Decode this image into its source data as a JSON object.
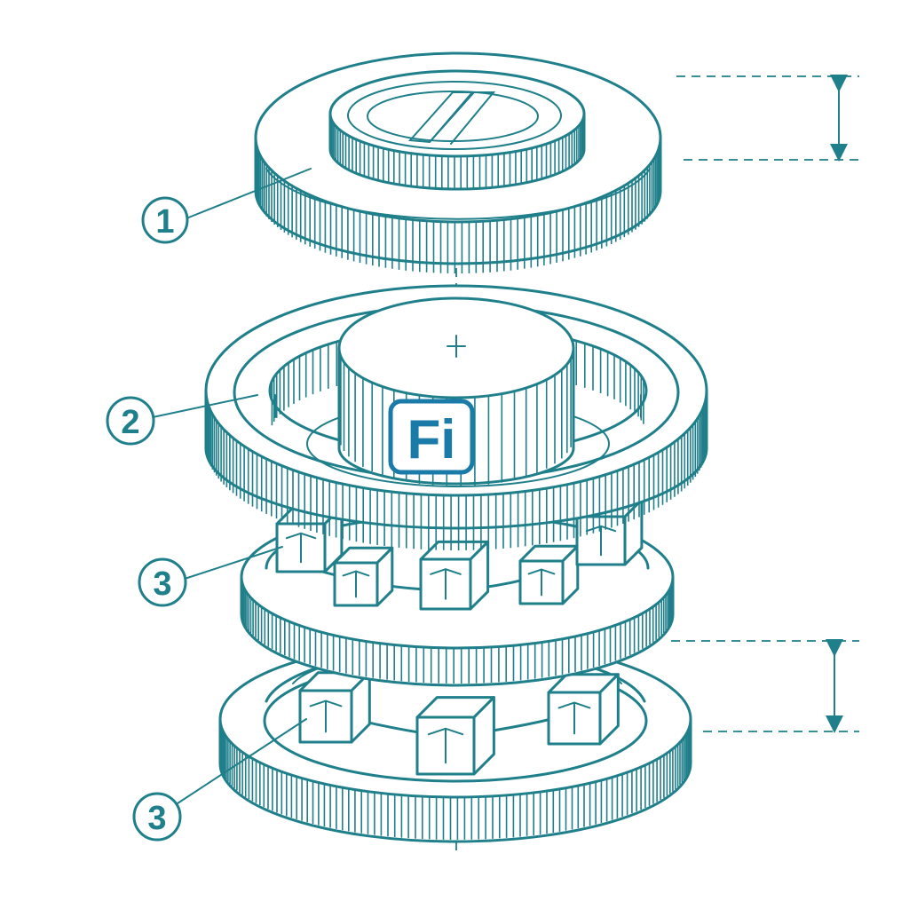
{
  "callouts": [
    {
      "id": "callout-1",
      "label": "1"
    },
    {
      "id": "callout-2",
      "label": "2"
    },
    {
      "id": "callout-3a",
      "label": "3"
    },
    {
      "id": "callout-3b",
      "label": "3"
    }
  ],
  "center_logo": {
    "text": "Fi"
  },
  "colors": {
    "line": "#1f7f8a",
    "logo": "#1a7aa8",
    "background": "#ffffff"
  },
  "icons": [
    "dimension-arrow-icon",
    "cube-node-icon",
    "crosshair-icon"
  ]
}
